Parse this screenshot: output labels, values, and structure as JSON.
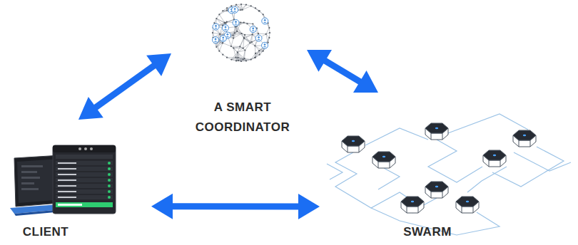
{
  "diagram": {
    "nodes": [
      {
        "text": [
          "A SMART COORDINATOR"
        ]
      },
      {
        "text": [
          "CLIENT"
        ]
      },
      {
        "text": [
          "SWARM"
        ]
      }
    ],
    "edges": [
      {
        "from": 1,
        "to": 0,
        "arrow": "both"
      },
      {
        "from": 0,
        "to": 2,
        "arrow": "both"
      },
      {
        "from": 1,
        "to": 2,
        "arrow": "both"
      }
    ]
  }
}
